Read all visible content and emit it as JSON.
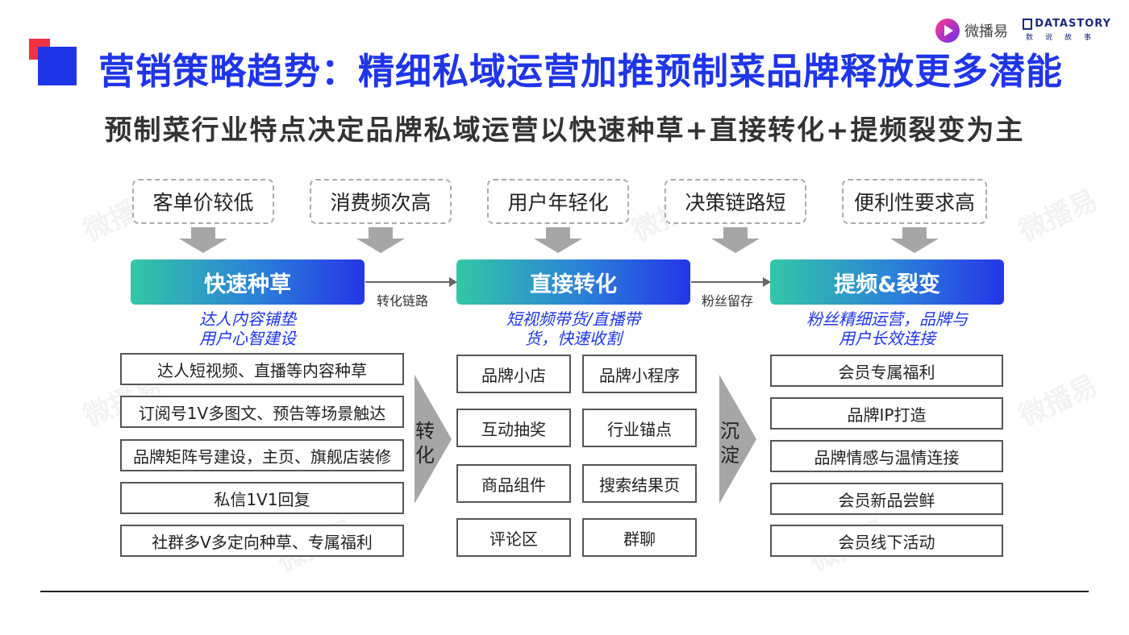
{
  "title": "营销策略趋势：精细私域运营加推预制菜品牌释放更多潜能",
  "subtitle": "预制菜行业特点决定品牌私域运营以快速种草+直接转化+提频裂变为主",
  "logos": {
    "weibo_text": "微播易",
    "datastory_en": "DATASTORY",
    "datastory_cn": "数说故事"
  },
  "watermark": "微播易",
  "features": [
    "客单价较低",
    "消费频次高",
    "用户年轻化",
    "决策链路短",
    "便利性要求高"
  ],
  "stages": [
    {
      "title": "快速种草",
      "note": [
        "达人内容铺垫",
        "用户心智建设"
      ]
    },
    {
      "title": "直接转化",
      "note": [
        "短视频带货/直播带",
        "货，快速收割"
      ]
    },
    {
      "title": "提频&裂变",
      "note": [
        "粉丝精细运营，品牌与",
        "用户长效连接"
      ]
    }
  ],
  "connectors": [
    "转化链路",
    "粉丝留存"
  ],
  "big_arrows": [
    {
      "chars": [
        "转",
        "化"
      ]
    },
    {
      "chars": [
        "沉",
        "淀"
      ]
    }
  ],
  "left_items": [
    "达人短视频、直播等内容种草",
    "订阅号1V多图文、预告等场景触达",
    "品牌矩阵号建设，主页、旗舰店装修",
    "私信1V1回复",
    "社群多V多定向种草、专属福利"
  ],
  "middle_items": [
    [
      "品牌小店",
      "品牌小程序"
    ],
    [
      "互动抽奖",
      "行业锚点"
    ],
    [
      "商品组件",
      "搜索结果页"
    ],
    [
      "评论区",
      "群聊"
    ]
  ],
  "right_items": [
    "会员专属福利",
    "品牌IP打造",
    "品牌情感与温情连接",
    "会员新品尝鲜",
    "会员线下活动"
  ],
  "colors": {
    "title_blue": "#1f35e8",
    "accent_red": "#ee3344",
    "arrow_gray": "#a6a6a6"
  }
}
